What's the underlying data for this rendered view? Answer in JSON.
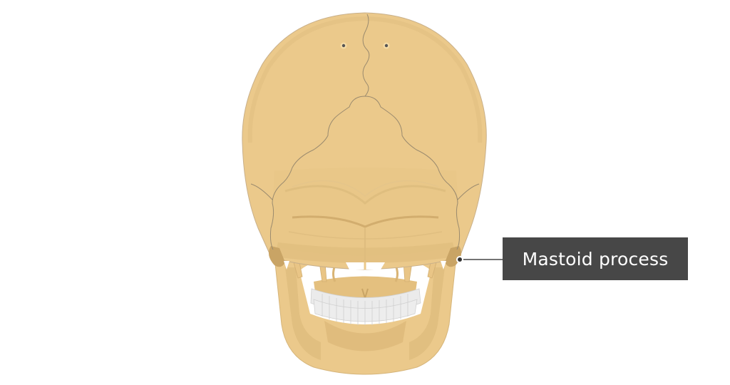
{
  "diagram": {
    "subject": "Skull - posterior view",
    "labels": [
      {
        "text": "Mastoid process",
        "pointer_target": "right-mastoid-process"
      }
    ]
  },
  "colors": {
    "bone": "#EBC98B",
    "bone_shadow": "#D9B474",
    "bone_dark": "#C9A465",
    "suture": "#9A8A6E",
    "teeth": "#EBEBEB",
    "label_bg": "#474747",
    "label_text": "#FFFFFF",
    "pointer": "#474747"
  }
}
